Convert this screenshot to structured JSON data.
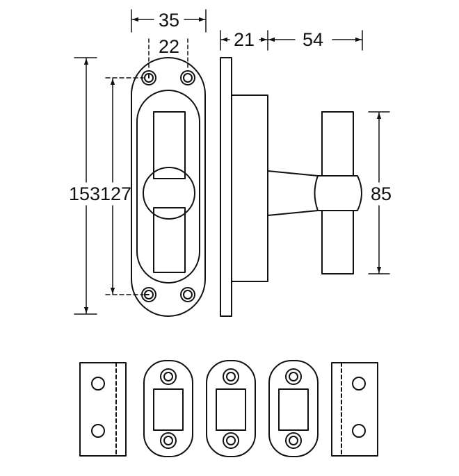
{
  "colors": {
    "line": "#111111",
    "background": "#ffffff"
  },
  "dimensions": {
    "width_outer": "35",
    "hole_spacing": "22",
    "plate_thickness": "21",
    "projection": "54",
    "height_outer": "153",
    "height_holes": "127",
    "handle_length": "85"
  }
}
